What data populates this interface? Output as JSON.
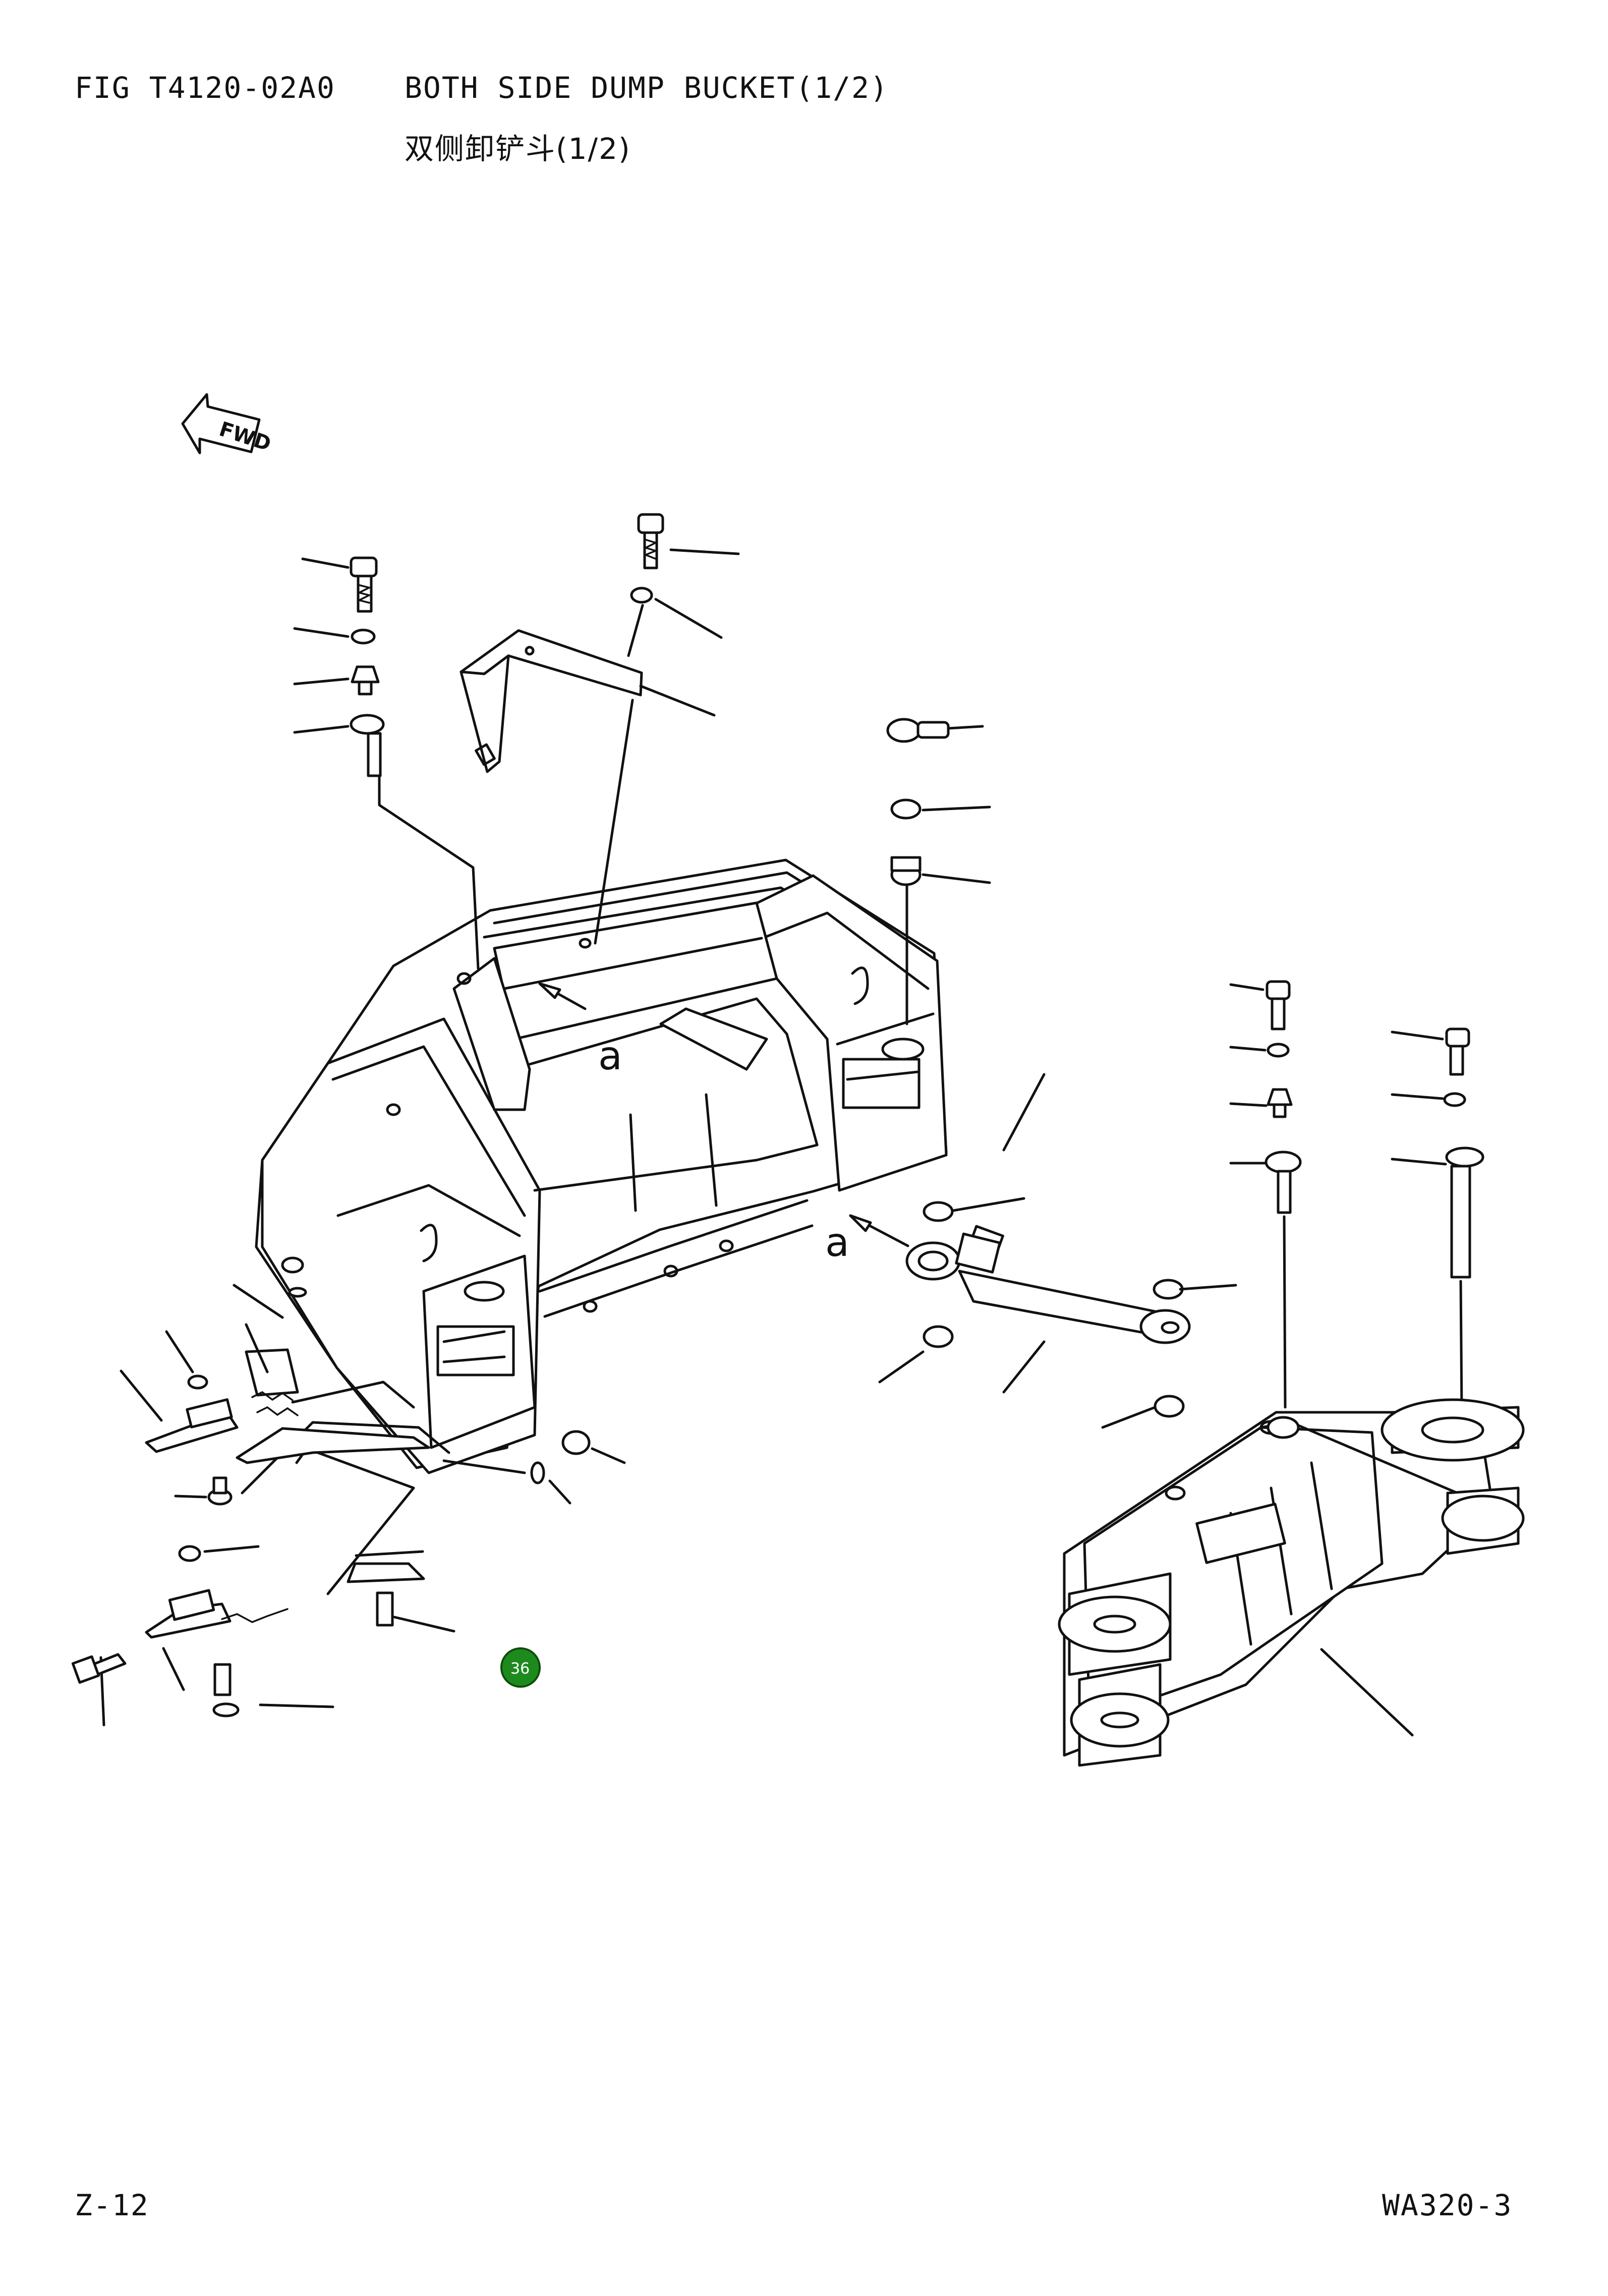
{
  "header": {
    "fig_code": "FIG T4120-02A0",
    "title_en": "BOTH SIDE DUMP BUCKET(1/2)",
    "title_cn": "双侧卸铲斗(1/2)"
  },
  "diagram": {
    "fwd_label": "FWD",
    "section_label_1": "a",
    "section_label_2": "a",
    "marker_label": "36",
    "marker_color": "#1e8a1e"
  },
  "footer": {
    "page_number": "Z-12",
    "model_code": "WA320-3"
  }
}
